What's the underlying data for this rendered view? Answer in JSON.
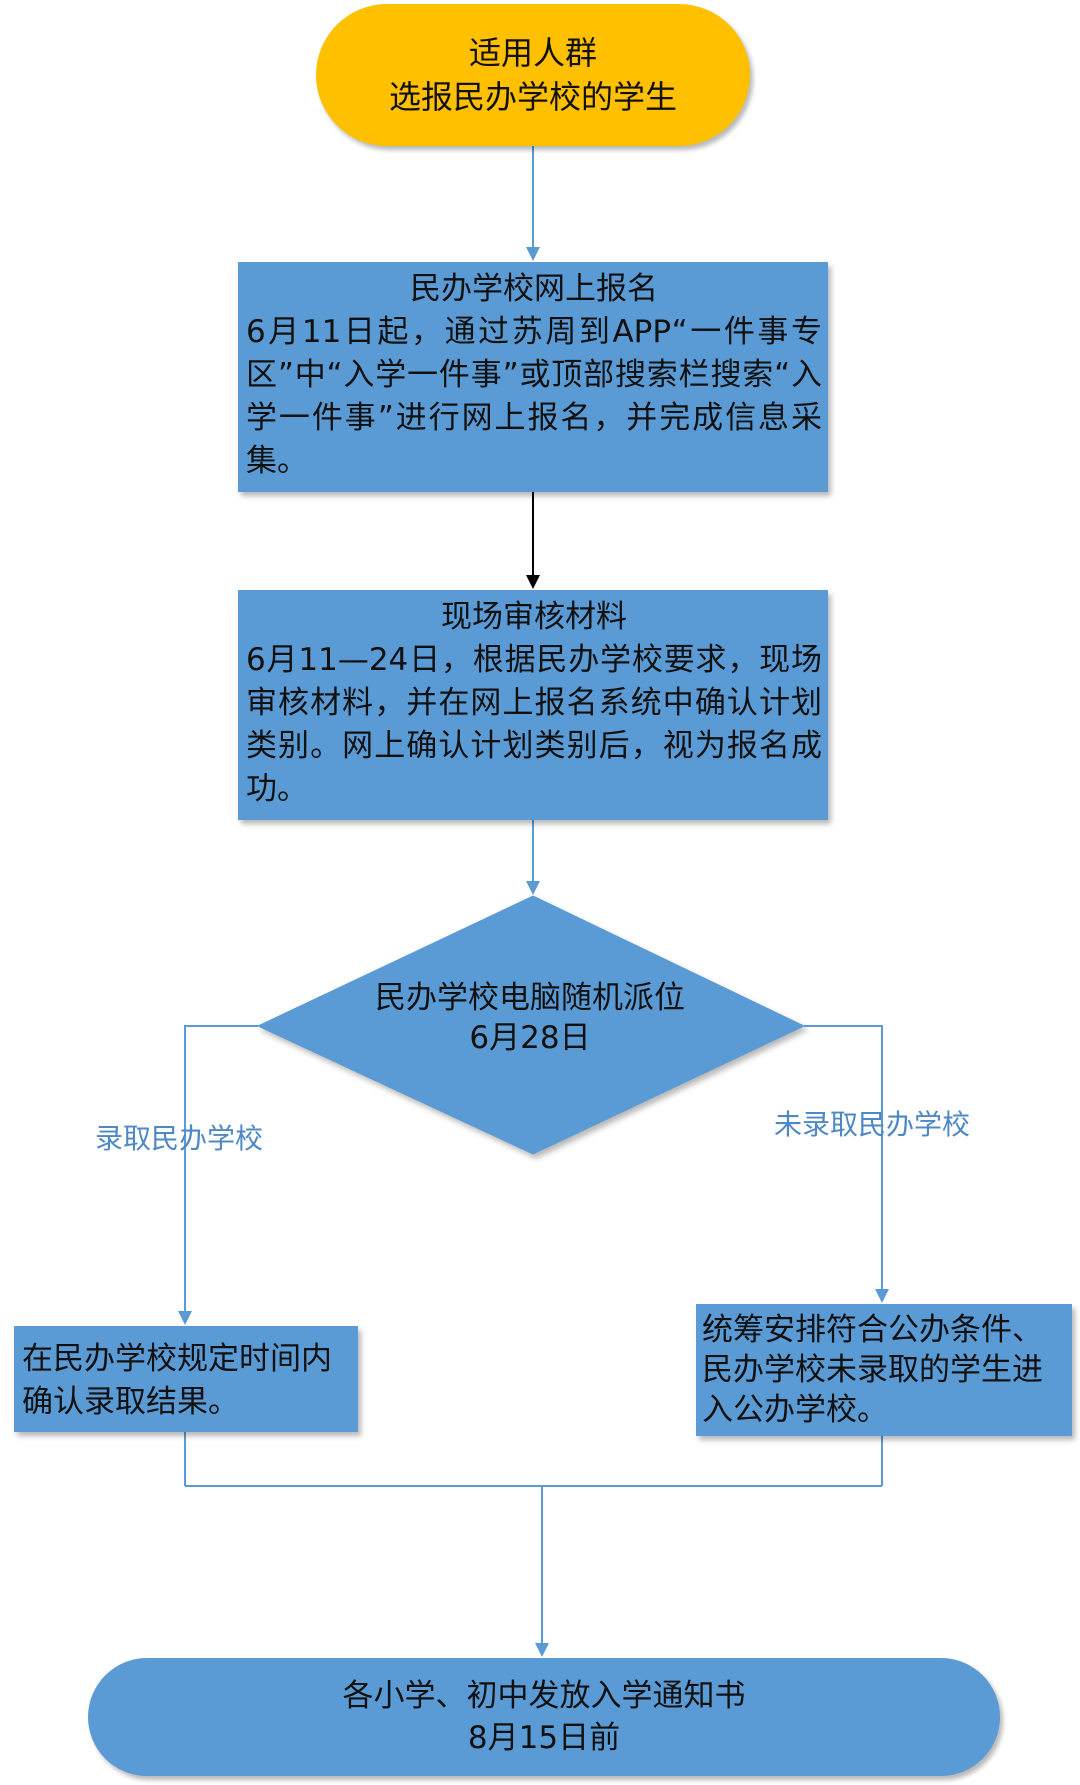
{
  "start": {
    "title": "适用人群",
    "subtitle": "选报民办学校的学生"
  },
  "signup": {
    "title": "民办学校网上报名",
    "body": "6月11日起，通过苏周到APP“一件事专区”中“入学一件事”或顶部搜索栏搜索“入学一件事”进行网上报名，并完成信息采集。"
  },
  "review": {
    "title": "现场审核材料",
    "body": "6月11—24日，根据民办学校要求，现场审核材料，并在网上报名系统中确认计划类别。网上确认计划类别后，视为报名成功。"
  },
  "decision": {
    "title": "民办学校电脑随机派位",
    "date": "6月28日"
  },
  "branches": {
    "admitted_label": "录取民办学校",
    "not_admitted_label": "未录取民办学校"
  },
  "admitted": {
    "body": "在民办学校规定时间内确认录取结果。"
  },
  "public": {
    "body": "统筹安排符合公办条件、民办学校未录取的学生进入公办学校。"
  },
  "end": {
    "title": "各小学、初中发放入学通知书",
    "date": "8月15日前"
  },
  "colors": {
    "start_fill": "#FFC000",
    "box_fill": "#5B9BD5",
    "connector": "#5B9BD5",
    "connector_dark": "#000000",
    "label_text": "#4F88C6"
  }
}
